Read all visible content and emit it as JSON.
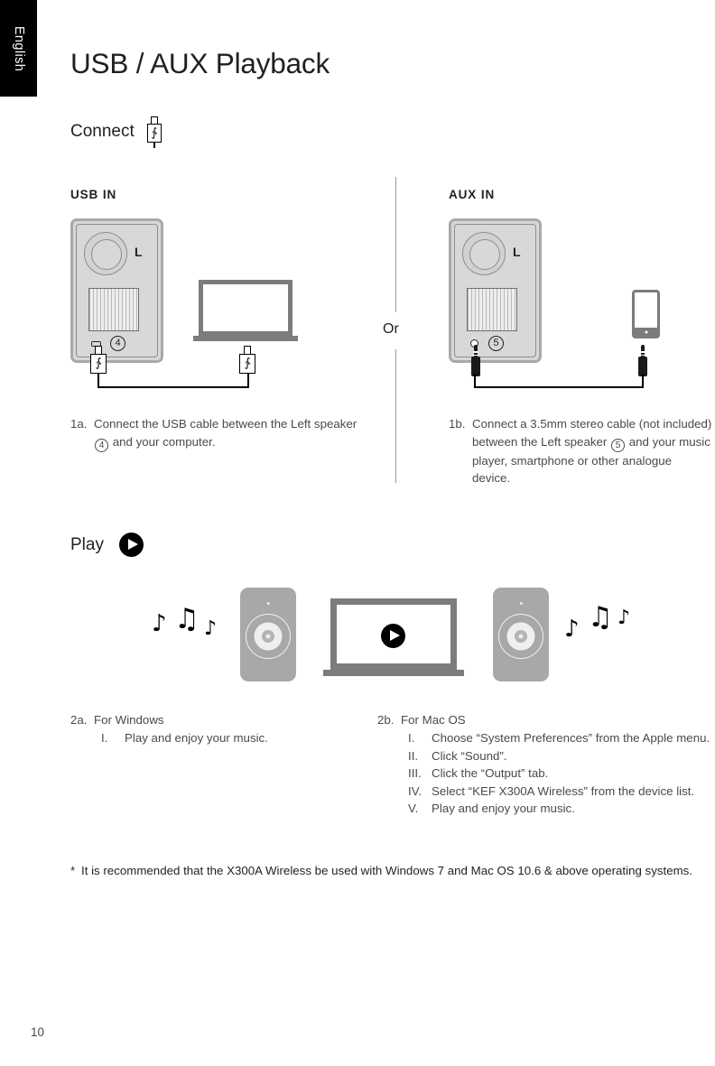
{
  "language_tab": {
    "label": "English"
  },
  "page_title": "USB / AUX Playback",
  "connect": {
    "label": "Connect",
    "icon": "usb-plug-icon"
  },
  "sections": {
    "usb_in": {
      "label": "USB IN",
      "port_number": "4",
      "device": "laptop-computer"
    },
    "aux_in": {
      "label": "AUX IN",
      "port_number": "5",
      "device": "smartphone"
    },
    "divider_text": "Or"
  },
  "speaker": {
    "channel_label": "L"
  },
  "steps": [
    {
      "number": "1a.",
      "text_before": "Connect the USB cable between the Left speaker ",
      "circled": "4",
      "text_after": " and your computer."
    },
    {
      "number": "1b.",
      "text_before": "Connect a 3.5mm stereo cable (not included) between the Left speaker ",
      "circled": "5",
      "text_after": " and your music player, smartphone or other analogue device."
    }
  ],
  "play": {
    "label": "Play",
    "icon": "play-button-icon",
    "note_glyphs_left": {
      "n1": "♪",
      "n2": "♫",
      "n3": "♪"
    },
    "note_glyphs_right": {
      "n1": "♪",
      "n2": "♫",
      "n3": "♪"
    }
  },
  "platform_steps": {
    "windows": {
      "number": "2a.",
      "title": "For Windows",
      "items": [
        {
          "numeral": "I.",
          "text": "Play and enjoy your music."
        }
      ]
    },
    "mac": {
      "number": "2b.",
      "title": "For Mac OS",
      "items": [
        {
          "numeral": "I.",
          "text": "Choose “System Preferences” from the Apple menu."
        },
        {
          "numeral": "II.",
          "text": "Click “Sound”."
        },
        {
          "numeral": "III.",
          "text": "Click the “Output” tab."
        },
        {
          "numeral": "IV.",
          "text": "Select “KEF X300A Wireless” from the device list."
        },
        {
          "numeral": "V.",
          "text": "Play and enjoy your music."
        }
      ]
    }
  },
  "footnote": {
    "marker": "*",
    "text": "It is recommended that the X300A Wireless be used with Windows 7 and Mac OS 10.6 & above operating systems."
  },
  "page_number": "10",
  "colors": {
    "tab_background": "#000000",
    "text": "#231f20",
    "body_text": "#4a4a4a",
    "device_gray": "#7c7c7c",
    "speaker_body": "#d8d8d8",
    "scene_speaker": "#a8a8a8",
    "divider": "#9a9a9a"
  }
}
